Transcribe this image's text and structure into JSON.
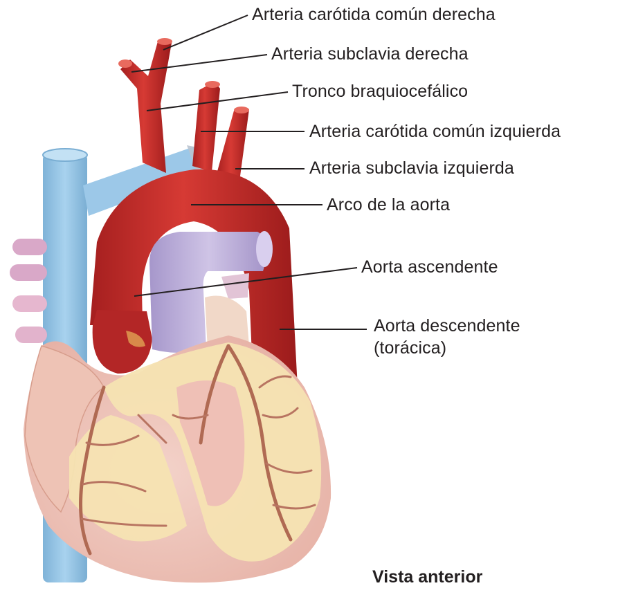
{
  "labels": {
    "carotida_comun_derecha": "Arteria carótida común derecha",
    "subclavia_derecha": "Arteria subclavia derecha",
    "tronco_braquiocefalico": "Tronco braquiocefálico",
    "carotida_comun_izquierda": "Arteria carótida común izquierda",
    "subclavia_izquierda": "Arteria subclavia izquierda",
    "arco_aorta": "Arco de la aorta",
    "aorta_ascendente": "Aorta ascendente",
    "aorta_descendente_1": "Aorta descendente",
    "aorta_descendente_2": "(torácica)"
  },
  "caption": "Vista anterior",
  "colors": {
    "artery": "#c62a2a",
    "artery_dark": "#9e1c1c",
    "vein": "#8fc1e3",
    "pulmonary_artery": "#b9abd6",
    "heart_muscle": "#efc2b8",
    "fat": "#f6e6b4",
    "coronary": "#b36a52",
    "leader_line": "#231f20"
  }
}
